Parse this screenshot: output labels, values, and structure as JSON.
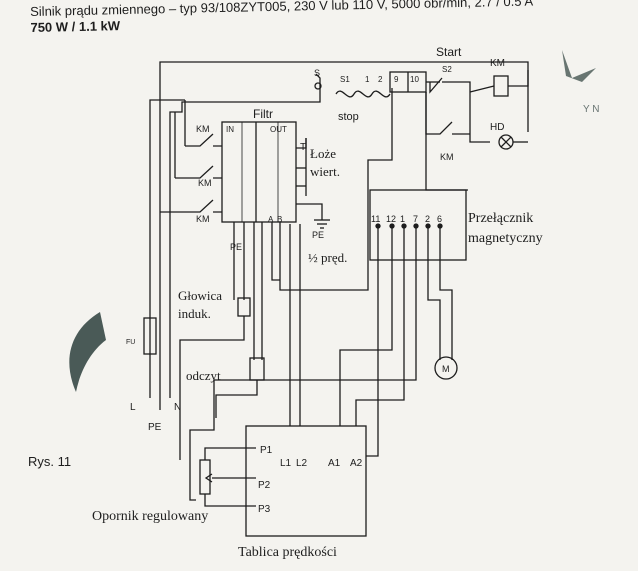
{
  "header": {
    "line1": "Silnik prądu zmiennego – typ 93/108ZYT005, 230 V lub 110 V, 5000 obr/min, 2.7 / 0.5 A",
    "line2": "750 W / 1.1 kW"
  },
  "figure_label": "Rys. 11",
  "labels": {
    "filtr": "Filtr",
    "in": "IN",
    "out": "OUT",
    "t": "T",
    "loze": "Łoże",
    "wiert": "wiert.",
    "pe_filter": "PE",
    "pe_ground": "PE",
    "half_speed": "½ pręd.",
    "km_1": "KM",
    "km_2": "KM",
    "km_3": "KM",
    "km_coil": "KM",
    "km_contact": "KM",
    "s": "S",
    "s1": "S1",
    "n1": "1",
    "n2": "2",
    "n9": "9",
    "n10": "10",
    "stop": "stop",
    "start": "Start",
    "s2": "S2",
    "hd": "HD",
    "przelacznik_1": "Przełącznik",
    "przelacznik_2": "magnetyczny",
    "t11": "11",
    "t12": "12",
    "t1": "1",
    "t7": "7",
    "t2": "2",
    "t6": "6",
    "glowica_1": "Głowica",
    "glowica_2": "induk.",
    "odczyt": "odczyt",
    "motor": "M",
    "fu": "FU",
    "l": "L",
    "n": "N",
    "pe_main": "PE",
    "a": "A",
    "b": "B",
    "p1": "P1",
    "l1": "L1",
    "l2": "L2",
    "a1": "A1",
    "a2": "A2",
    "p2": "P2",
    "p3": "P3",
    "opornik": "Opornik regulowany",
    "tablica": "Tablica prędkości"
  },
  "colors": {
    "ink": "#1d1d1d",
    "paper": "#f4f3ef",
    "logo": "#2c3e3c"
  },
  "icons": [
    "switch-contact-icon",
    "coil-icon",
    "lamp-icon",
    "motor-icon",
    "ground-icon",
    "potentiometer-icon",
    "fuse-icon",
    "logo-mark-icon"
  ]
}
